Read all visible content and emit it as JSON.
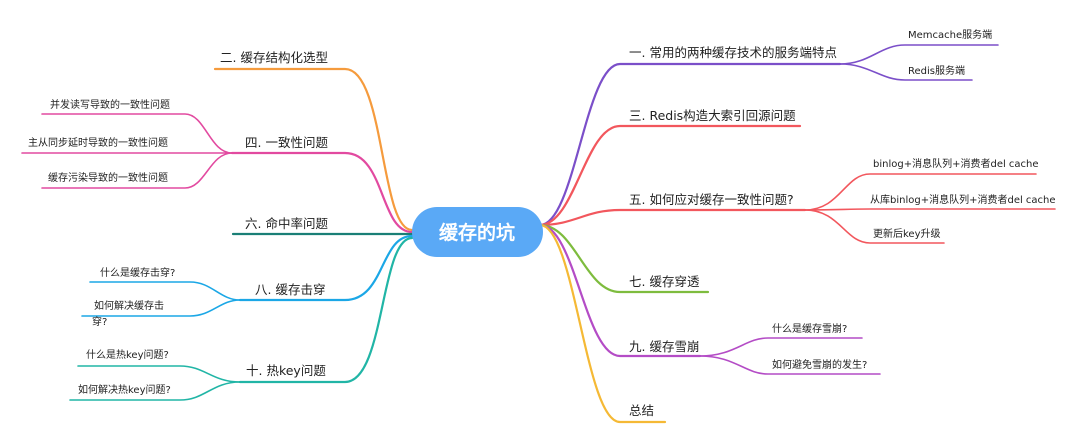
{
  "root": {
    "title": "缓存的坑",
    "color": "#5aa9f6"
  },
  "branches": {
    "b1": {
      "label": "一. 常用的两种缓存技术的服务端特点",
      "color": "#7b4fc9",
      "children": [
        "Memcache服务端",
        "Redis服务端"
      ]
    },
    "b3": {
      "label": "三. Redis构造大索引回源问题",
      "color": "#f2575d"
    },
    "b5": {
      "label": "五. 如何应对缓存一致性问题?",
      "color": "#f2575d",
      "children": [
        "binlog+消息队列+消费者del cache",
        "从库binlog+消息队列+消费者del cache",
        "更新后key升级"
      ]
    },
    "b7": {
      "label": "七. 缓存穿透",
      "color": "#7ebc3e"
    },
    "b9": {
      "label": "九. 缓存雪崩",
      "color": "#b44cc6",
      "children": [
        "什么是缓存雪崩?",
        "如何避免雪崩的发生?"
      ]
    },
    "bsum": {
      "label": "总结",
      "color": "#f5b935"
    },
    "b2": {
      "label": "二. 缓存结构化选型",
      "color": "#f59b3d"
    },
    "b4": {
      "label": "四. 一致性问题",
      "color": "#e24aa0",
      "children": [
        "并发读写导致的一致性问题",
        "主从同步延时导致的一致性问题",
        "缓存污染导致的一致性问题"
      ]
    },
    "b6": {
      "label": "六. 命中率问题",
      "color": "#1a7f76"
    },
    "b8": {
      "label": "八. 缓存击穿",
      "color": "#1ba7e6",
      "children": [
        "什么是缓存击穿?",
        "如何解决缓存击",
        "穿?"
      ]
    },
    "b10": {
      "label": "十. 热key问题",
      "color": "#21b5a6",
      "children": [
        "什么是热key问题?",
        "如何解决热key问题?"
      ]
    }
  }
}
